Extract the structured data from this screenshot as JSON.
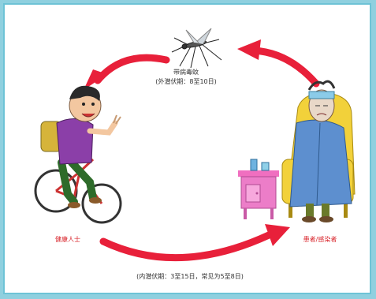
{
  "colors": {
    "arrow": "#e8203a",
    "frame": "#6ec3d6",
    "background": "#ffffff"
  },
  "labels": {
    "mosquito_title": "带病毒蚊",
    "mosquito_period": "(外潜伏期：8至10日)",
    "healthy_person": "健康人士",
    "patient": "患者/感染者",
    "inner_period": "(内潜伏期：3至15日，常见为5至8日)"
  },
  "icons": [
    "mosquito-icon",
    "cyclist-figure",
    "patient-figure",
    "table-icon"
  ]
}
